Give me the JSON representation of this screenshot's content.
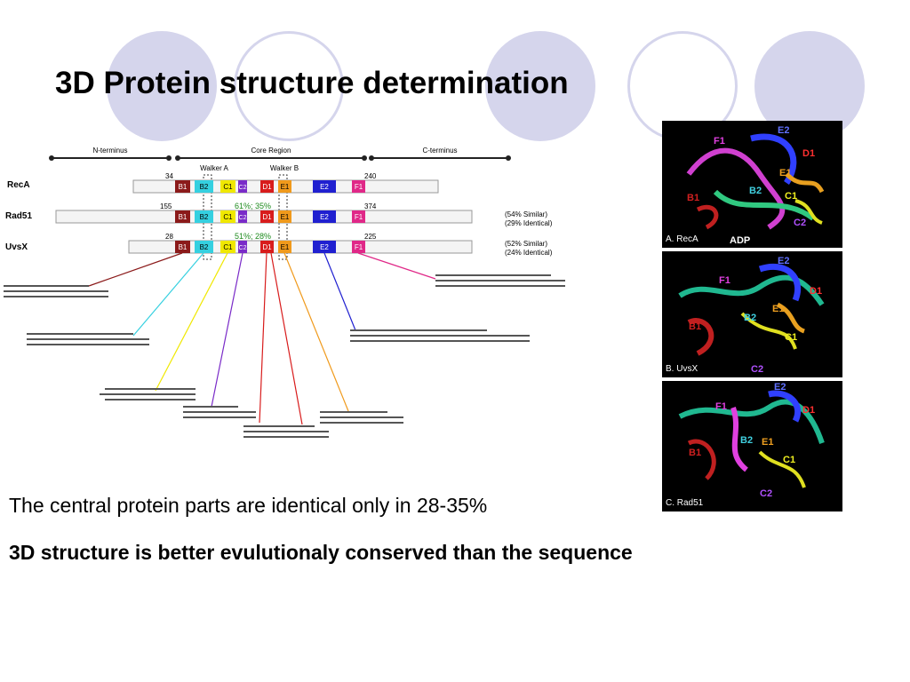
{
  "slide": {
    "title": "3D Protein structure determination",
    "text1": "The central protein parts are identical only in  28-35%",
    "text2": " 3D structure is better evulutionaly conserved than the sequence"
  },
  "diagram": {
    "regions": [
      "N-terminus",
      "Core Region",
      "C-terminus"
    ],
    "motifs": [
      "Walker A",
      "Walker B"
    ],
    "proteins": [
      {
        "name": "RecA",
        "start": "34",
        "end": "240",
        "stats": ""
      },
      {
        "name": "Rad51",
        "start": "155",
        "end": "374",
        "stats": "(54% Similar)\n(29% Identical)",
        "stats_a": "(54% Similar)",
        "stats_b": "(29% Identical)",
        "pair": "61%; 35%"
      },
      {
        "name": "UvsX",
        "start": "28",
        "end": "225",
        "stats_a": "(52% Similar)",
        "stats_b": "(24% Identical)",
        "pair": "51%; 28%"
      }
    ],
    "domains": [
      {
        "label": "B1",
        "color": "#8b1a1a"
      },
      {
        "label": "B2",
        "color": "#35d0e0"
      },
      {
        "label": "C1",
        "color": "#f0e800"
      },
      {
        "label": "C2",
        "color": "#7a2bc8"
      },
      {
        "label": "D1",
        "color": "#d81c1c"
      },
      {
        "label": "E1",
        "color": "#f09a1c"
      },
      {
        "label": "E2",
        "color": "#2020d0"
      },
      {
        "label": "F1",
        "color": "#e02888"
      }
    ]
  },
  "panels": [
    {
      "caption": "A. RecA",
      "labels": [
        "F1",
        "E2",
        "D1",
        "E1",
        "B1",
        "B2",
        "C1",
        "C2",
        "ADP"
      ]
    },
    {
      "caption": "B. UvsX",
      "labels": [
        "E2",
        "F1",
        "D1",
        "E1",
        "B2",
        "B1",
        "C1",
        "C2"
      ]
    },
    {
      "caption": "C. Rad51",
      "labels": [
        "F1",
        "E2",
        "D1",
        "E1",
        "B1",
        "B2",
        "C1",
        "C2"
      ]
    }
  ]
}
